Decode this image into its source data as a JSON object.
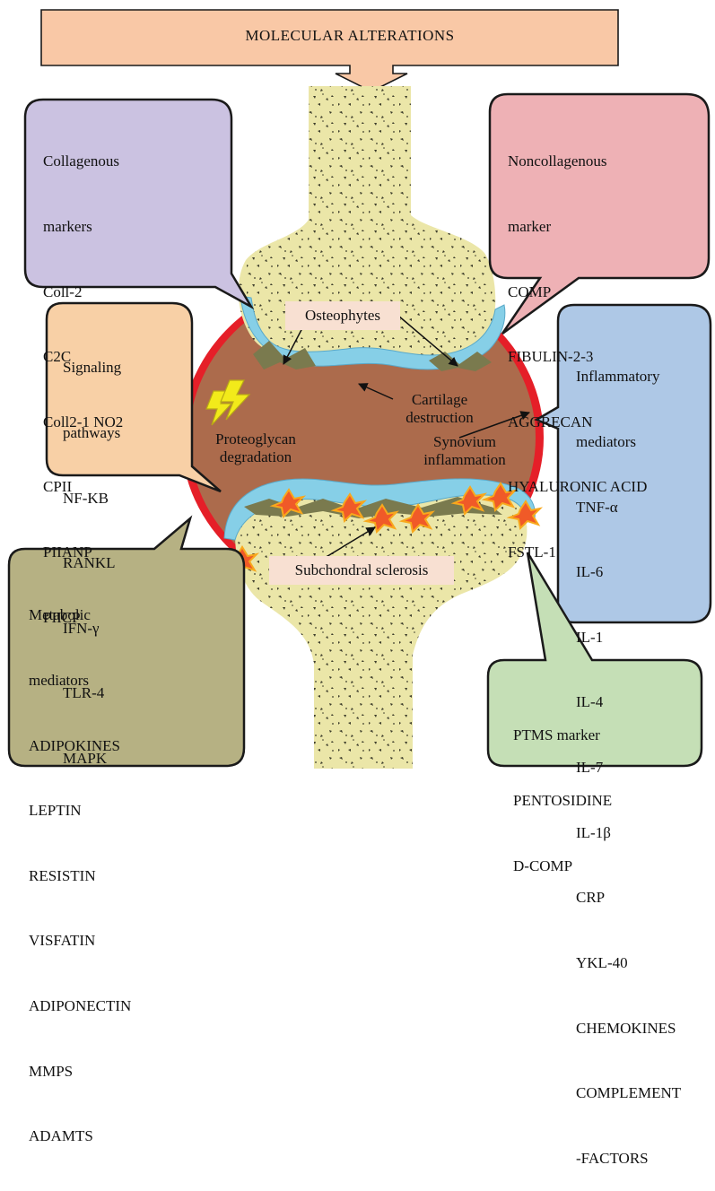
{
  "banner": {
    "title": "MOLECULAR  ALTERATIONS"
  },
  "boxes": {
    "collagenous": {
      "lines": [
        "Collagenous",
        "markers",
        "Coll-2",
        "C2C",
        "Coll2-1 NO2",
        "CPII",
        "PIIANP",
        "PIICP"
      ]
    },
    "noncollagenous": {
      "lines": [
        "Noncollagenous",
        "marker",
        "COMP",
        "FIBULIN-2-3",
        "AGGRECAN",
        "HYALURONIC ACID",
        "FSTL-1"
      ]
    },
    "signaling": {
      "lines": [
        "Signaling",
        "pathways",
        "NF-KB",
        "RANKL",
        "IFN-γ",
        "TLR-4",
        "MAPK"
      ]
    },
    "inflammatory": {
      "lines": [
        "Inflammatory",
        "mediators",
        "TNF-α",
        "IL-6",
        "IL-1",
        "IL-4",
        "IL-7",
        "IL-1β",
        "CRP",
        "YKL-40",
        "CHEMOKINES",
        "COMPLEMENT",
        "-FACTORS"
      ]
    },
    "metabolic": {
      "lines": [
        "Metabolic",
        "mediators",
        "ADIPOKINES",
        "LEPTIN",
        "RESISTIN",
        "VISFATIN",
        "ADIPONECTIN",
        "MMPS",
        "ADAMTS"
      ]
    },
    "ptms": {
      "lines": [
        "PTMS marker",
        "PENTOSIDINE",
        "D-COMP"
      ]
    }
  },
  "joint_labels": {
    "osteophytes": "Osteophytes",
    "cartilage": [
      "Cartilage",
      "destruction"
    ],
    "proteoglycan": [
      "Proteoglycan",
      "degradation"
    ],
    "synovium": [
      "Synovium",
      "inflammation"
    ],
    "subchondral": "Subchondral sclerosis"
  },
  "colors": {
    "banner": "#f9c8a6",
    "collagenous": "#cbc2e1",
    "noncollagenous": "#eeb1b5",
    "signaling": "#f8d0a6",
    "inflammatory": "#aec8e6",
    "metabolic": "#b6b183",
    "ptms": "#c5dfb6",
    "bone": "#ebe6a8",
    "joint_space": "#ac6b4c",
    "cartilage": "#86cfe7",
    "osteophyte": "#7a7a4e",
    "synovium": "#e51f28",
    "lightning": "#f2ea1a"
  }
}
